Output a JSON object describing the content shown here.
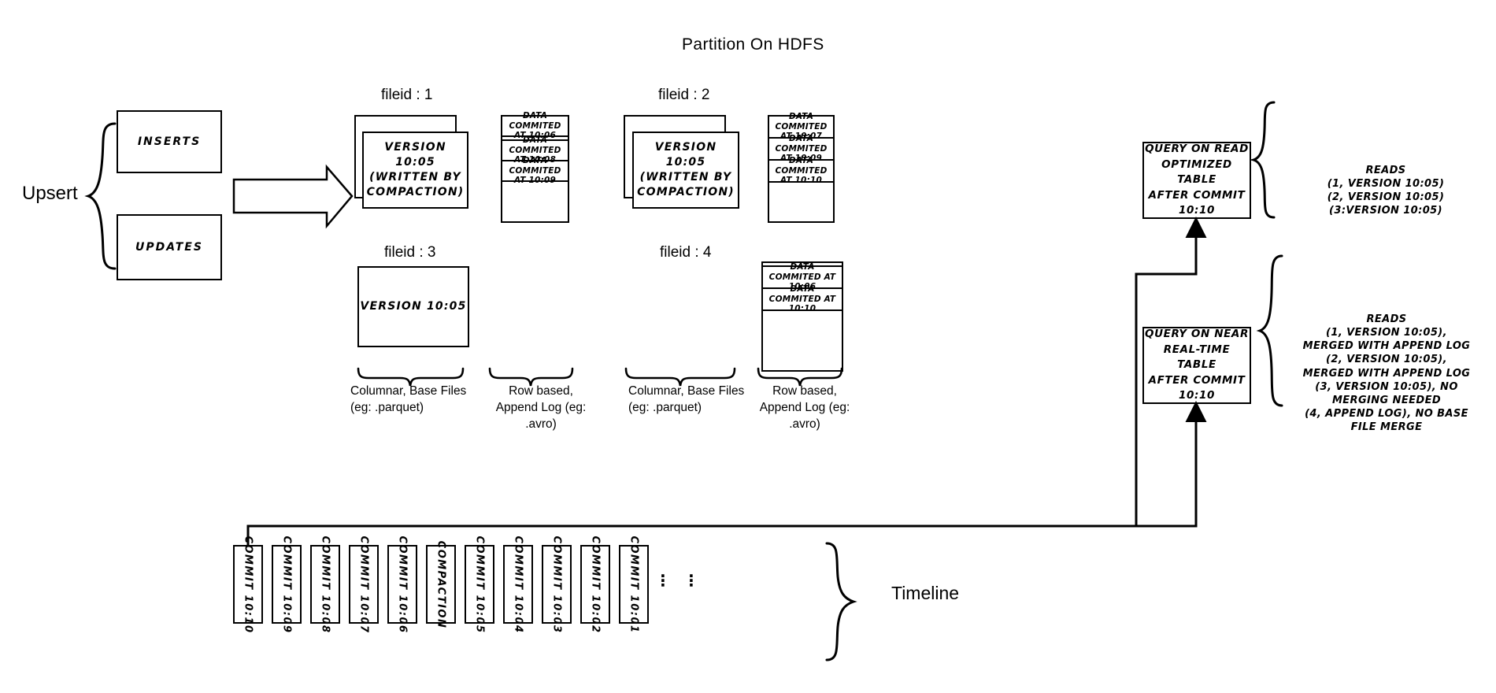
{
  "title": "Partition On HDFS",
  "left": {
    "upsert_label": "Upsert",
    "inserts_label": "INSERTS",
    "updates_label": "UPDATES",
    "commit_arrow_label": "Commit 10:10"
  },
  "columns": [
    {
      "fileid_label": "fileid : 1",
      "base_file": "VERSION 10:05\n(WRITTEN BY\nCOMPACTION)",
      "base_stacked": true,
      "log_entries": [
        "DATA COMMITED\nAT 10:06",
        "DATA COMMITED\nAT 10:08",
        "DATA COMMITED\nAT 10:09"
      ],
      "log_has_gap_after_first": true
    },
    {
      "fileid_label": "fileid : 2",
      "base_file": "VERSION 10:05\n(WRITTEN BY\nCOMPACTION)",
      "base_stacked": true,
      "log_entries": [
        "DATA COMMITED\nAT 10:07",
        "DATA COMMITED\nAT 10:09",
        "DATA COMMITED\nAT 10:10"
      ],
      "log_has_gap_after_first": false
    },
    {
      "fileid_label": "fileid : 3",
      "base_file": "VERSION 10:05",
      "base_stacked": false,
      "log_entries": [],
      "log_has_gap_after_first": false
    },
    {
      "fileid_label": "fileid : 4",
      "base_file": "",
      "base_stacked": false,
      "log_entries": [
        "DATA COMMITED\nAT 10:06",
        "DATA COMMITED\nAT 10:10"
      ],
      "log_has_gap_after_first": false
    }
  ],
  "captions": {
    "columnar_1": "Columnar, Base Files\n(eg: .parquet)",
    "rowbased_1": "Row based,\nAppend Log  (eg:\n.avro)",
    "columnar_2": "Columnar, Base Files\n(eg: .parquet)",
    "rowbased_2": "Row based,\nAppend Log  (eg:\n.avro)"
  },
  "queries": {
    "read_optimized": "QUERY ON READ\nOPTIMIZED TABLE\nAFTER COMMIT\n10:10",
    "near_realtime": "QUERY ON NEAR\nREAL-TIME TABLE\nAFTER COMMIT\n10:10"
  },
  "reads": {
    "read_optimized": "READS\n(1, VERSION 10:05)\n(2, VERSION 10:05)\n(3:VERSION 10:05)",
    "near_realtime": "READS\n(1, VERSION 10:05),\nMERGED WITH APPEND LOG\n(2, VERSION 10:05),\nMERGED WITH APPEND LOG\n(3, VERSION 10:05), NO\nMERGING NEEDED\n(4, APPEND LOG), NO BASE\nFILE MERGE"
  },
  "timeline": {
    "label": "Timeline",
    "ellipsis": "⋮",
    "items": [
      "COMMIT  10:10",
      "COMMIT  10:09",
      "COMMIT  10:08",
      "COMMIT  10:07",
      "COMMIT  10:06",
      "COMPACTION",
      "COMMIT  10:05",
      "COMMIT  10:04",
      "COMMIT  10:03",
      "COMMIT  10:02",
      "COMMIT  10:01"
    ]
  },
  "colors": {
    "stroke": "#000000",
    "background": "#ffffff"
  }
}
